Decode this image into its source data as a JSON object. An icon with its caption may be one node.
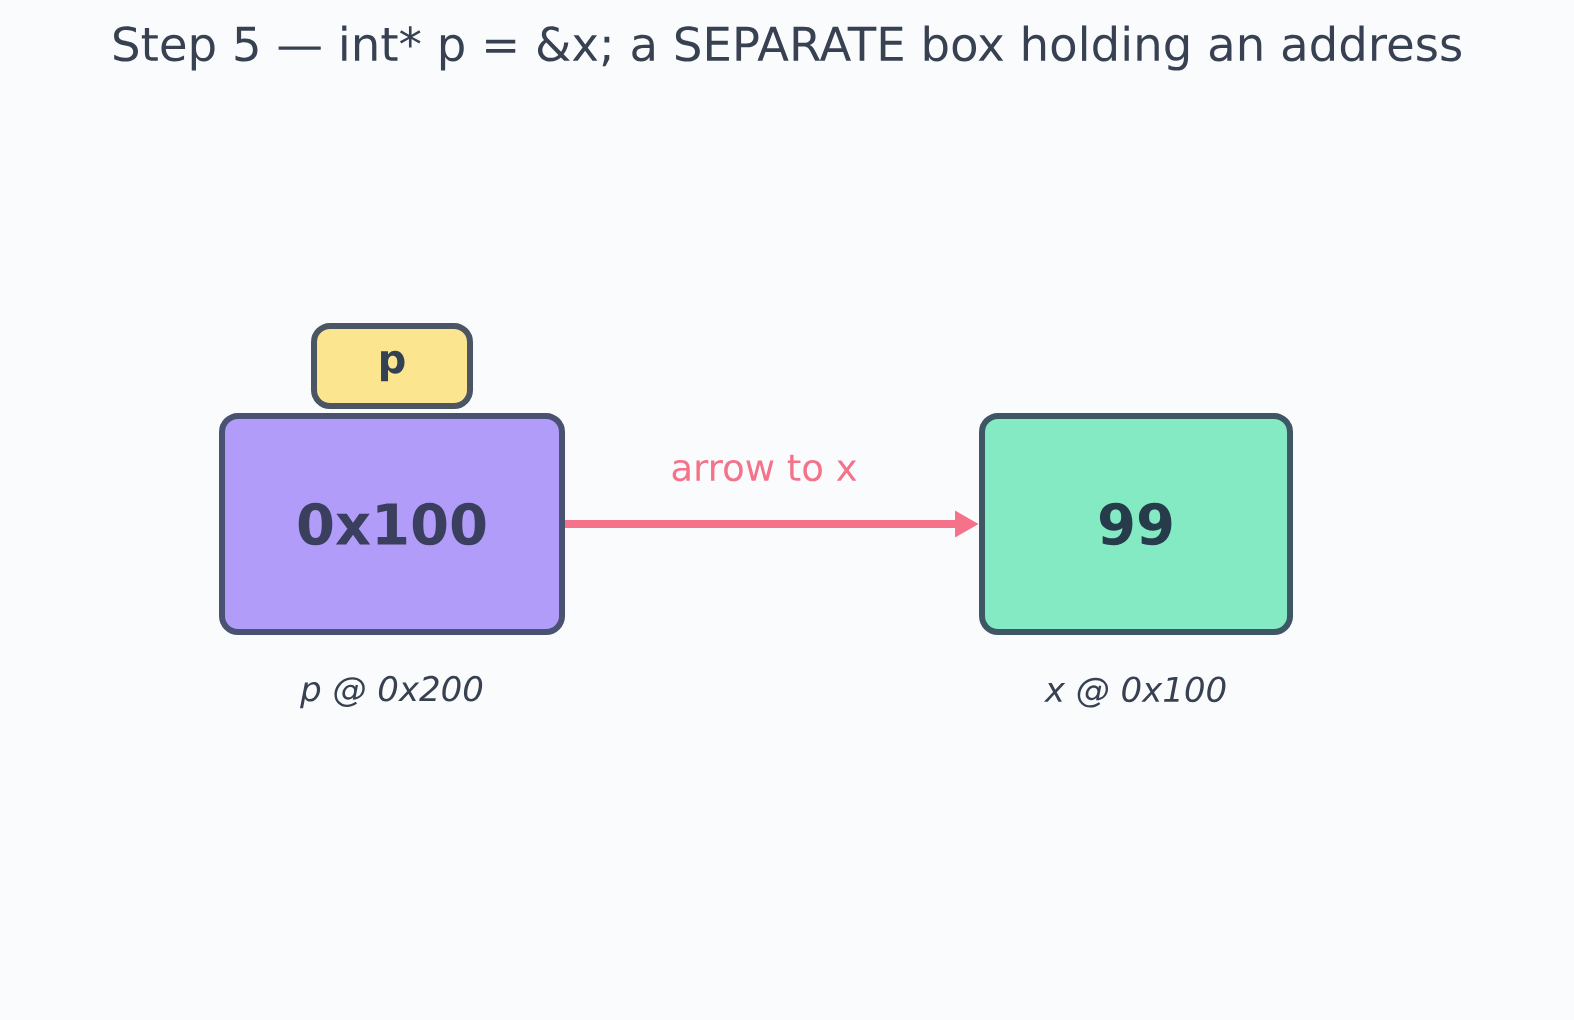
{
  "diagram": {
    "title": "Step 5 — int* p = &x; a SEPARATE box holding an address",
    "nodes": [
      {
        "text": [
          "p"
        ]
      },
      {
        "text": [
          "0x100"
        ],
        "beside": [
          "p @ 0x200"
        ]
      },
      {
        "text": [
          "99"
        ],
        "beside": [
          "x @ 0x100"
        ]
      }
    ],
    "edges": [
      {
        "from": 1,
        "to": 2,
        "arrow": "to",
        "label": "arrow to x",
        "color": "#f4728a"
      }
    ]
  }
}
